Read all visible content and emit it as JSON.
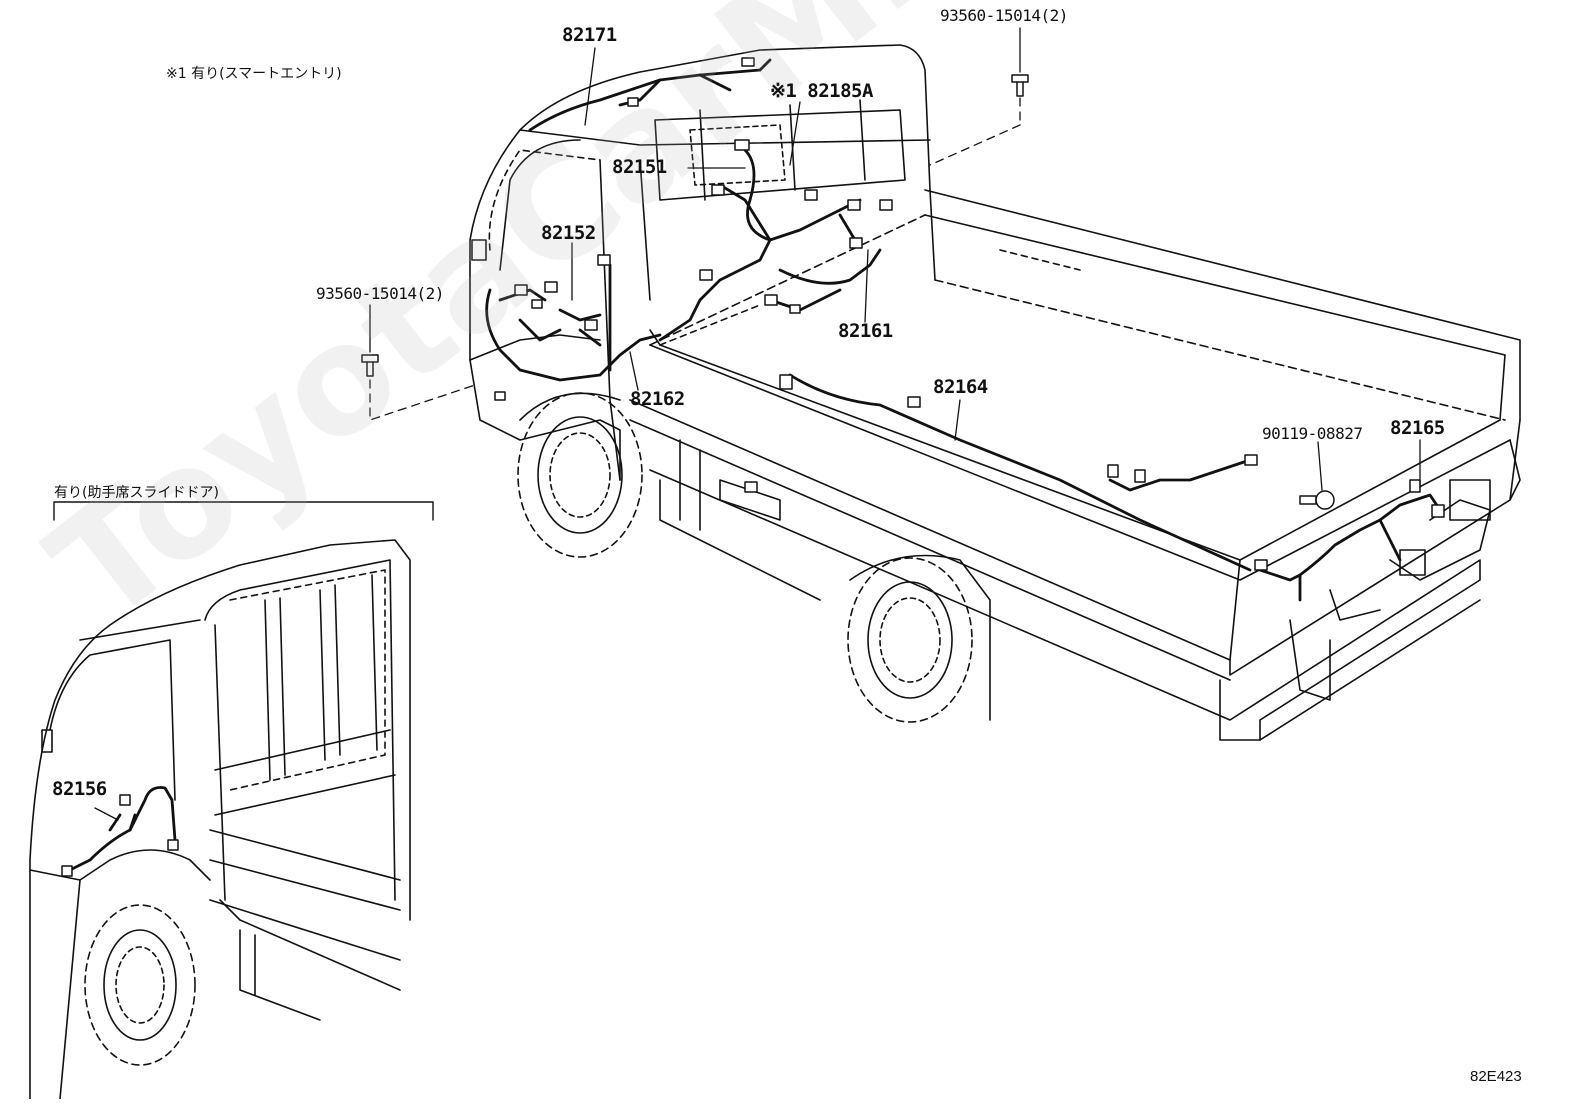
{
  "notes": {
    "smart_entry": "※1 有り(スマートエントリ)",
    "slide_door": "有り(助手席スライドドア)"
  },
  "labels": {
    "p82171": "82171",
    "p82185a": "※1 82185A",
    "p82151": "82151",
    "p82152": "82152",
    "p82161": "82161",
    "p82162": "82162",
    "p82164": "82164",
    "p82165": "82165",
    "p82156": "82156",
    "bolt_top": "93560-15014(2)",
    "bolt_left": "93560-15014(2)",
    "p90119": "90119-08827"
  },
  "diagram_code": "82E423",
  "watermark": "ToyotaCarMine.ru"
}
